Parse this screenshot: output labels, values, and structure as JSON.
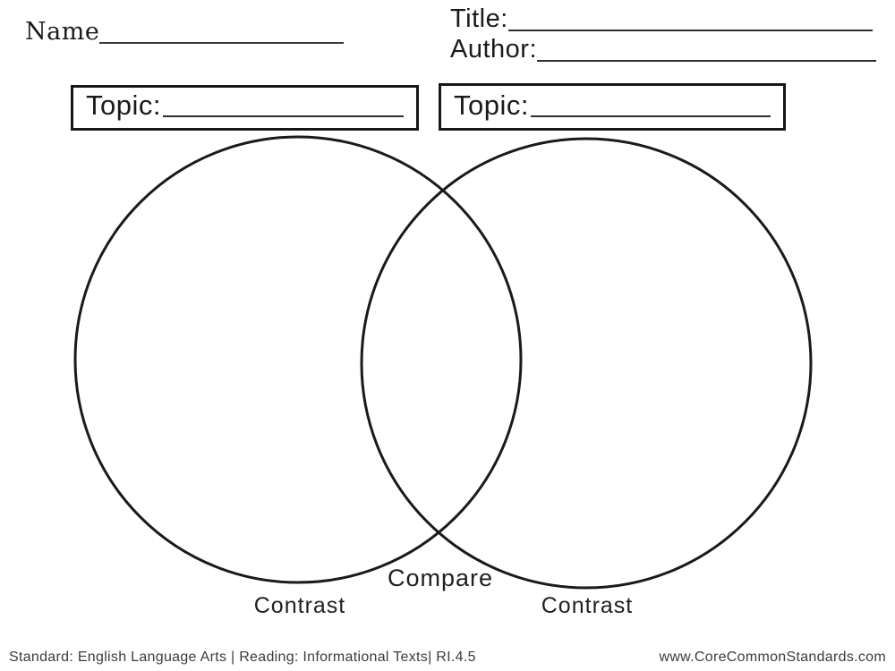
{
  "header": {
    "name_label": "Name",
    "title_label": "Title:",
    "author_label": "Author:"
  },
  "topics": {
    "left_label": "Topic:",
    "right_label": "Topic:"
  },
  "diagram": {
    "type": "venn-2-circles",
    "compare_label": "Compare",
    "contrast_left_label": "Contrast",
    "contrast_right_label": "Contrast",
    "stroke_color": "#1a1a1a"
  },
  "footer": {
    "standard_text": "Standard: English Language Arts | Reading: Informational Texts| RI.4.5",
    "website": "www.CoreCommonStandards.com"
  },
  "colors": {
    "ink": "#1a1a1a",
    "paper": "#ffffff"
  }
}
